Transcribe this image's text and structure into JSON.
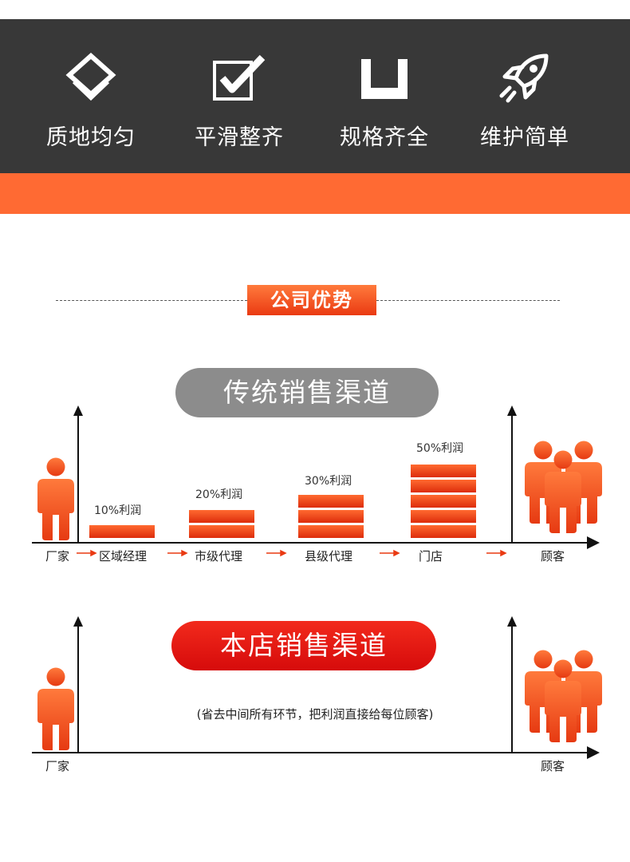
{
  "features": [
    {
      "icon": "layers-diamond-icon",
      "label": "质地均匀"
    },
    {
      "icon": "checkbox-check-icon",
      "label": "平滑整齐"
    },
    {
      "icon": "square-bracket-icon",
      "label": "规格齐全"
    },
    {
      "icon": "rocket-icon",
      "label": "维护简单"
    }
  ],
  "section_title": "公司优势",
  "traditional": {
    "title": "传统销售渠道",
    "start": "厂家",
    "end": "顾客",
    "stages": [
      {
        "label": "区域经理",
        "profit": "10%利润",
        "bars": 1
      },
      {
        "label": "市级代理",
        "profit": "20%利润",
        "bars": 2
      },
      {
        "label": "县级代理",
        "profit": "30%利润",
        "bars": 3
      },
      {
        "label": "门店",
        "profit": "50%利润",
        "bars": 5
      }
    ]
  },
  "direct": {
    "title": "本店销售渠道",
    "start": "厂家",
    "end": "顾客",
    "note": "(省去中间所有环节，把利润直接给每位顾客)"
  },
  "colors": {
    "dark_band": "#383838",
    "orange_band": "#ff6a33",
    "accent": "#ea3a12",
    "pill_gray": "#8c8c8c",
    "pill_red": "#e01414"
  }
}
